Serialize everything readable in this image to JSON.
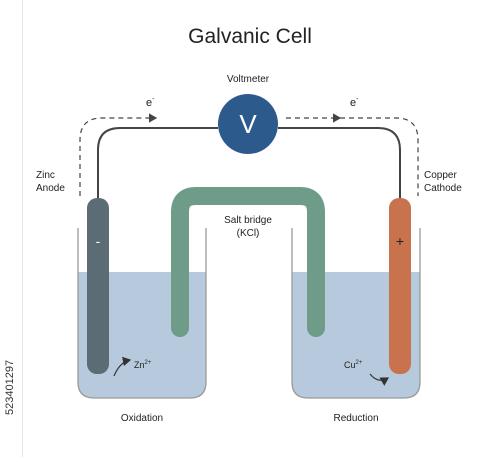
{
  "diagram": {
    "title": "Galvanic Cell",
    "voltmeter_label": "Voltmeter",
    "voltmeter_symbol": "V",
    "electron_left": "e",
    "electron_right": "e",
    "electron_sup": "-",
    "anode_label_line1": "Zinc",
    "anode_label_line2": "Anode",
    "cathode_label_line1": "Copper",
    "cathode_label_line2": "Cathode",
    "anode_sign": "-",
    "cathode_sign": "+",
    "salt_bridge_line1": "Salt bridge",
    "salt_bridge_line2": "(KCl)",
    "zinc_ion": "Zn",
    "zinc_ion_charge": "2+",
    "copper_ion": "Cu",
    "copper_ion_charge": "2+",
    "left_caption": "Oxidation",
    "right_caption": "Reduction"
  },
  "side": {
    "stock_id": "523401297"
  },
  "colors": {
    "voltmeter": "#2d5a8c",
    "zinc": "#5c6c74",
    "copper": "#c8734e",
    "salt_bridge": "#6f9c89",
    "solution": "#b6c9dd",
    "wire": "#444444"
  }
}
